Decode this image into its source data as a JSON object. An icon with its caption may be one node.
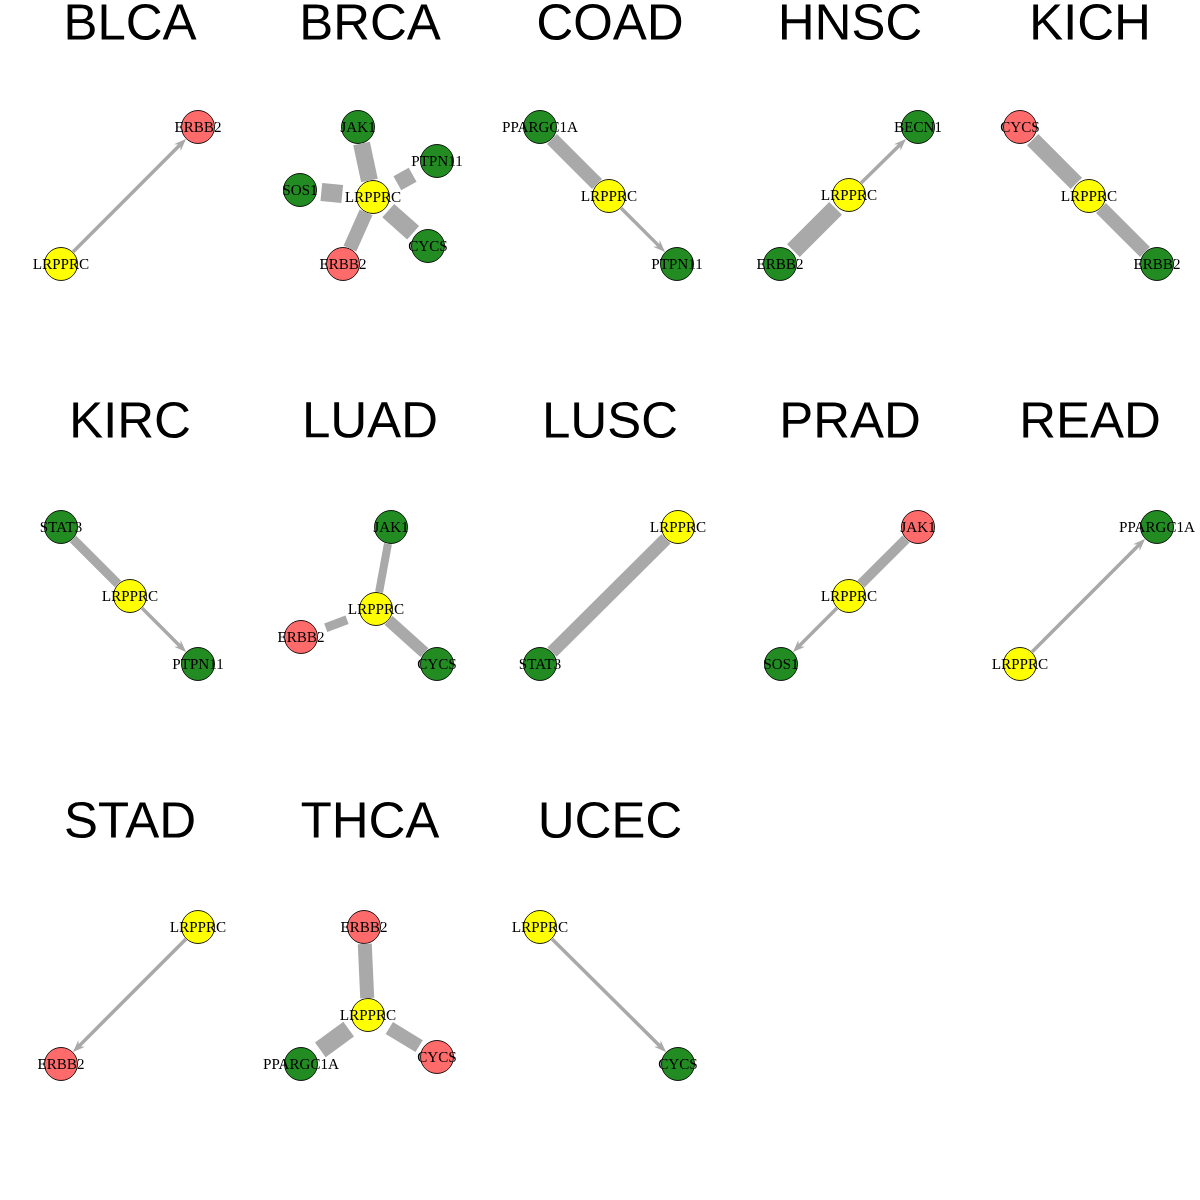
{
  "diagram": {
    "nodes": [
      {
        "text": [
          "ERBB2"
        ]
      },
      {
        "text": [
          "LRPPRC"
        ]
      },
      {
        "text": [
          "JAK1"
        ]
      },
      {
        "text": [
          "PTPN11"
        ]
      },
      {
        "text": [
          "SOS1"
        ]
      },
      {
        "text": [
          "LRPPRC"
        ]
      },
      {
        "text": [
          "CYCS"
        ]
      },
      {
        "text": [
          "ERBB2"
        ]
      },
      {
        "text": [
          "PPARGC1A"
        ]
      },
      {
        "text": [
          "LRPPRC"
        ]
      },
      {
        "text": [
          "PTPN11"
        ]
      },
      {
        "text": [
          "BECN1"
        ]
      },
      {
        "text": [
          "LRPPRC"
        ]
      },
      {
        "text": [
          "ERBB2"
        ]
      },
      {
        "text": [
          "CYCS"
        ]
      },
      {
        "text": [
          "LRPPRC"
        ]
      },
      {
        "text": [
          "ERBB2"
        ]
      },
      {
        "text": [
          "STAT3"
        ]
      },
      {
        "text": [
          "LRPPRC"
        ]
      },
      {
        "text": [
          "PTPN11"
        ]
      },
      {
        "text": [
          "JAK1"
        ]
      },
      {
        "text": [
          "LRPPRC"
        ]
      },
      {
        "text": [
          "ERBB2"
        ]
      },
      {
        "text": [
          "CYCS"
        ]
      },
      {
        "text": [
          "LRPPRC"
        ]
      },
      {
        "text": [
          "STAT3"
        ]
      },
      {
        "text": [
          "JAK1"
        ]
      },
      {
        "text": [
          "LRPPRC"
        ]
      },
      {
        "text": [
          "SOS1"
        ]
      },
      {
        "text": [
          "PPARGC1A"
        ]
      },
      {
        "text": [
          "LRPPRC"
        ]
      },
      {
        "text": [
          "LRPPRC"
        ]
      },
      {
        "text": [
          "ERBB2"
        ]
      },
      {
        "text": [
          "ERBB2"
        ]
      },
      {
        "text": [
          "LRPPRC"
        ]
      },
      {
        "text": [
          "PPARGC1A"
        ]
      },
      {
        "text": [
          "CYCS"
        ]
      },
      {
        "text": [
          "LRPPRC"
        ]
      },
      {
        "text": [
          "CYCS"
        ]
      }
    ],
    "edges": [
      {
        "from": 1,
        "to": 0,
        "arrow": "to"
      },
      {
        "from": 5,
        "to": 2,
        "arrow": "none"
      },
      {
        "from": 5,
        "to": 3,
        "arrow": "none"
      },
      {
        "from": 5,
        "to": 4,
        "arrow": "none"
      },
      {
        "from": 5,
        "to": 6,
        "arrow": "none"
      },
      {
        "from": 5,
        "to": 7,
        "arrow": "none"
      },
      {
        "from": 8,
        "to": 9,
        "arrow": "none"
      },
      {
        "from": 9,
        "to": 10,
        "arrow": "to"
      },
      {
        "from": 13,
        "to": 12,
        "arrow": "none"
      },
      {
        "from": 12,
        "to": 11,
        "arrow": "to"
      },
      {
        "from": 14,
        "to": 15,
        "arrow": "none"
      },
      {
        "from": 15,
        "to": 16,
        "arrow": "none"
      },
      {
        "from": 17,
        "to": 18,
        "arrow": "none"
      },
      {
        "from": 18,
        "to": 19,
        "arrow": "to"
      },
      {
        "from": 21,
        "to": 20,
        "arrow": "none"
      },
      {
        "from": 21,
        "to": 22,
        "arrow": "none"
      },
      {
        "from": 21,
        "to": 23,
        "arrow": "none"
      },
      {
        "from": 25,
        "to": 24,
        "arrow": "none"
      },
      {
        "from": 26,
        "to": 27,
        "arrow": "none"
      },
      {
        "from": 27,
        "to": 28,
        "arrow": "to"
      },
      {
        "from": 30,
        "to": 29,
        "arrow": "to"
      },
      {
        "from": 31,
        "to": 32,
        "arrow": "to"
      },
      {
        "from": 34,
        "to": 33,
        "arrow": "none"
      },
      {
        "from": 34,
        "to": 35,
        "arrow": "none"
      },
      {
        "from": 34,
        "to": 36,
        "arrow": "none"
      },
      {
        "from": 37,
        "to": 38,
        "arrow": "to"
      }
    ],
    "labels": [
      "BLCA",
      "BRCA",
      "COAD",
      "HNSC",
      "KICH",
      "KIRC",
      "LUAD",
      "LUSC",
      "PRAD",
      "READ",
      "STAD",
      "THCA",
      "UCEC"
    ]
  }
}
